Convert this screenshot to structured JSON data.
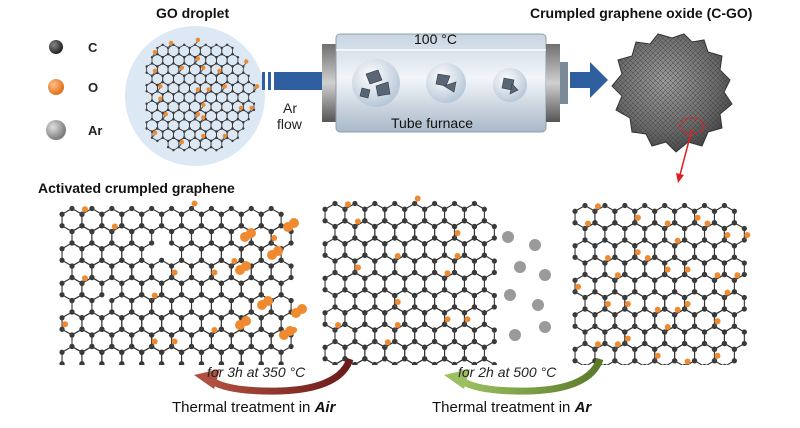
{
  "legend": {
    "c_label": "C",
    "o_label": "O",
    "ar_label": "Ar"
  },
  "top": {
    "go_droplet_label": "GO droplet",
    "ar_flow_label_1": "Ar",
    "ar_flow_label_2": "flow",
    "temp_label": "100 °C",
    "furnace_label": "Tube furnace",
    "cgo_label": "Crumpled graphene oxide (C-GO)"
  },
  "bottom": {
    "activated_label": "Activated crumpled graphene",
    "step1_time": "for 3h at 350 °C",
    "step2_time": "for 2h at 500 °C",
    "caption1_prefix": "Thermal treatment in ",
    "caption1_gas": "Air",
    "caption2_prefix": "Thermal treatment in ",
    "caption2_gas": "Ar"
  },
  "colors": {
    "carbon": "#3a3a3a",
    "oxygen": "#f08a30",
    "argon": "#9a9a9a",
    "arrow_blue": "#2f5f9e",
    "arrow_red": "#8b2a2a",
    "arrow_green": "#7aa040",
    "droplet_bg": "#dde8f5"
  }
}
